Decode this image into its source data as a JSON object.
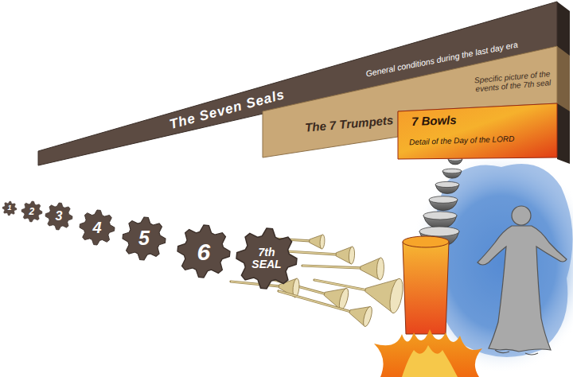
{
  "diagram": {
    "nodes": [
      {
        "text": [
          "The Seven Seals",
          "General conditions during the last day era"
        ]
      },
      {
        "text": [
          "The 7 Trumpets",
          "Specific picture of the events of the 7th seal"
        ]
      },
      {
        "text": [
          "7 Bowls",
          "Detail of the Day of the LORD"
        ]
      },
      {
        "text": [
          "1"
        ]
      },
      {
        "text": [
          "2"
        ]
      },
      {
        "text": [
          "3"
        ]
      },
      {
        "text": [
          "4"
        ]
      },
      {
        "text": [
          "5"
        ]
      },
      {
        "text": [
          "6"
        ]
      },
      {
        "text": [
          "7th SEAL"
        ]
      }
    ]
  }
}
